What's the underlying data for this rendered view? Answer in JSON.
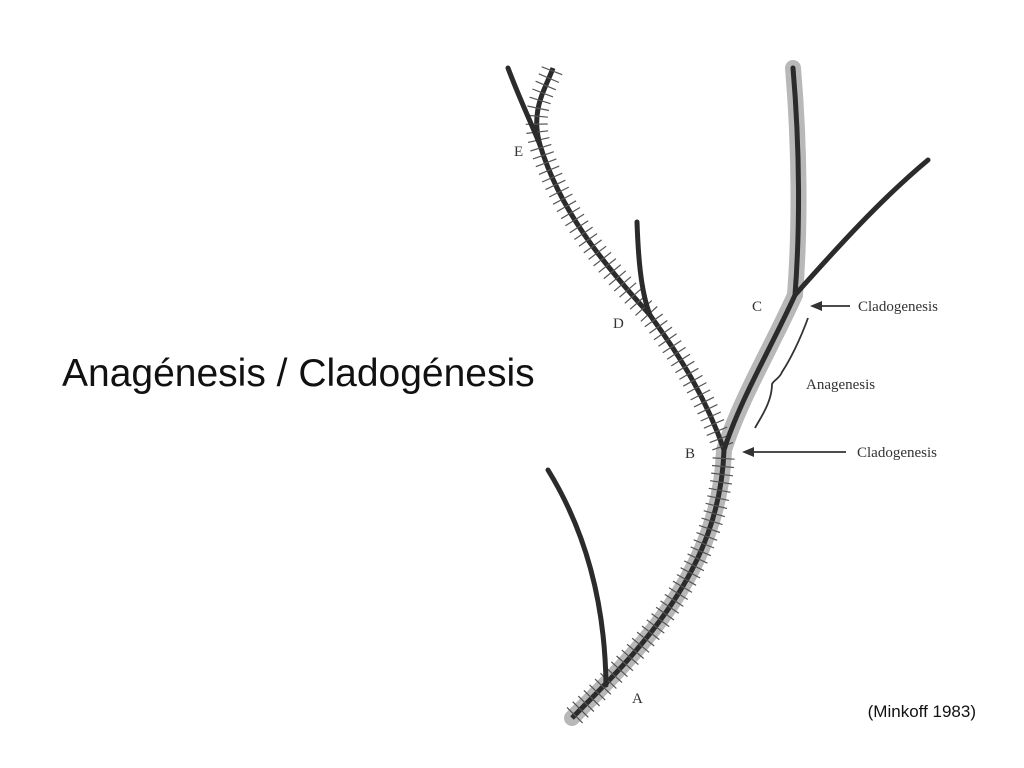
{
  "slide": {
    "title": "Anagénesis / Cladogénesis",
    "citation": "(Minkoff 1983)"
  },
  "diagram": {
    "nodes": {
      "a": "A",
      "b": "B",
      "c": "C",
      "d": "D",
      "e": "E"
    },
    "labels": {
      "cladogenesis_upper": "Cladogenesis",
      "anagenesis": "Anagenesis",
      "cladogenesis_lower": "Cladogenesis"
    },
    "colors": {
      "branch": "#2b2b2b",
      "highlight": "#b8b8b8",
      "tick": "#555555",
      "arrow": "#333333"
    }
  }
}
